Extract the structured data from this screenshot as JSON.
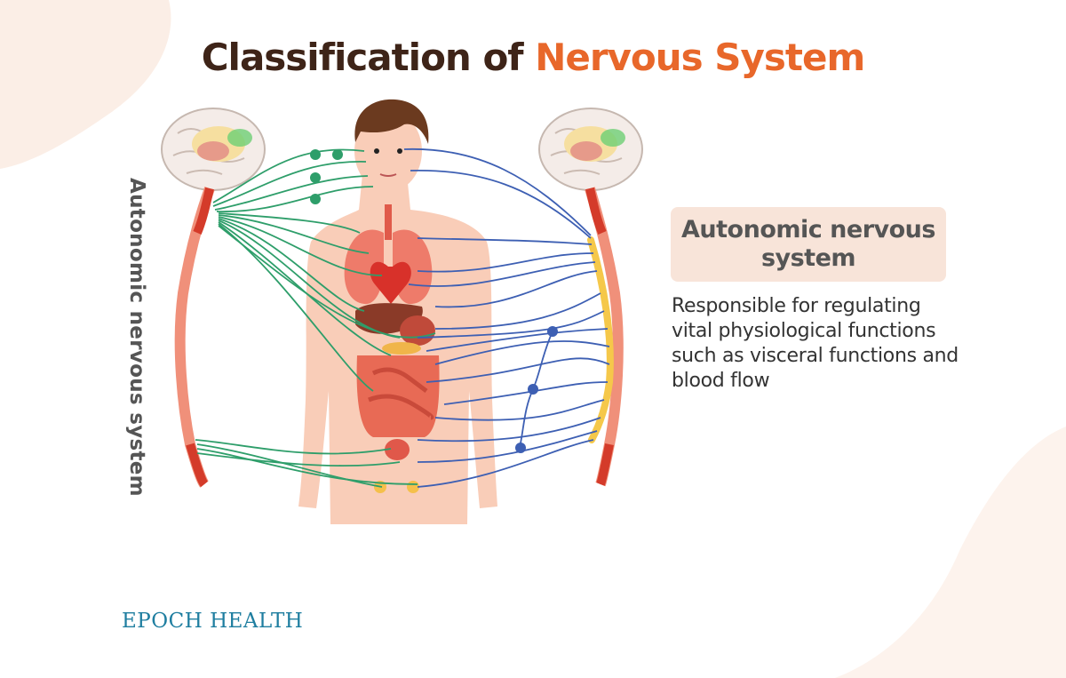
{
  "title": {
    "prefix": "Classification of ",
    "highlight": "Nervous System"
  },
  "side_label": "Autonomic nervous system",
  "info_box": {
    "title": "Autonomic nervous system",
    "description": "Responsible for regulating vital physiological functions such as visceral functions and blood flow"
  },
  "brand": "EPOCH HEALTH",
  "colors": {
    "title_dark": "#3e2418",
    "title_accent": "#e8672a",
    "sympathetic_green": "#2e9e6a",
    "parasympathetic_blue": "#3d5fb3",
    "spinal_cord": "#e2563f",
    "body_skin": "#f9cdb8",
    "info_box_bg": "#f8e4d9",
    "brand_blue": "#1f7ea0"
  }
}
